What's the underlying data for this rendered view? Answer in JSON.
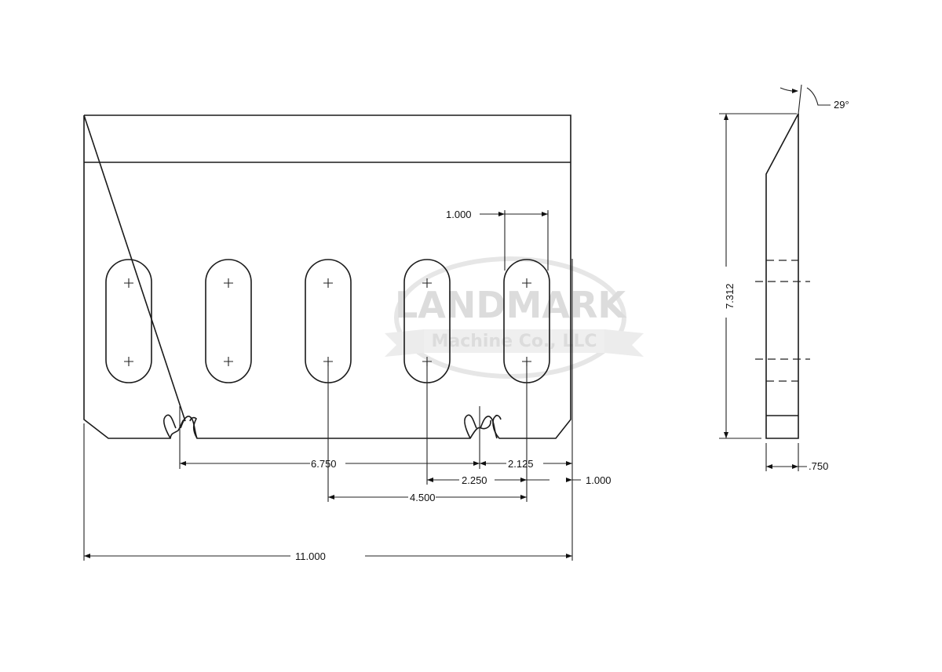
{
  "watermark": {
    "line1": "LANDMARK",
    "line2": "Machine Co., LLC"
  },
  "dimensions": {
    "slot_width": "1.000",
    "outer_to_notch": "6.750",
    "notch_to_edge": "2.125",
    "slot_spacing": "2.250",
    "edge_to_slot": "1.000",
    "slot_pitch_double": "4.500",
    "overall_width": "11.000",
    "height": "7.312",
    "thickness": ".750",
    "bevel_angle": "29°"
  }
}
